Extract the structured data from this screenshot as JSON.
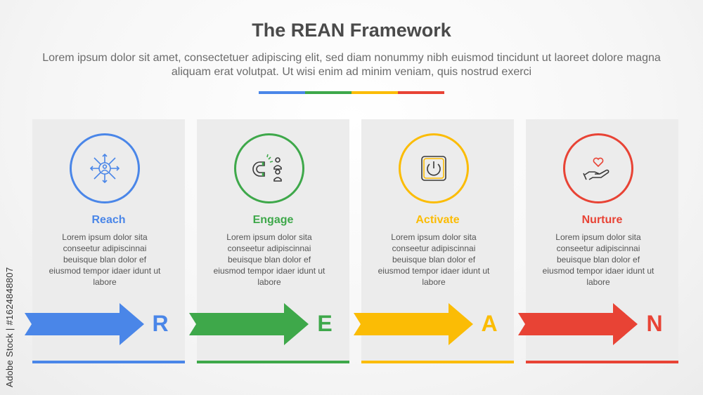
{
  "header": {
    "title": "The REAN Framework",
    "subtitle": "Lorem ipsum dolor sit amet, consectetuer adipiscing elit, sed diam nonummy nibh euismod tincidunt ut laoreet dolore magna aliquam erat volutpat. Ut wisi enim ad minim veniam, quis nostrud exerci"
  },
  "colors": {
    "blue": "#4a86e8",
    "green": "#3ea84a",
    "yellow": "#fbbc05",
    "red": "#e84335"
  },
  "stages": [
    {
      "label": "Reach",
      "letter": "R",
      "icon": "person-network-icon",
      "body": "Lorem ipsum dolor sita conseetur adipiscinnai beuisque blan dolor ef eiusmod tempor idaer idunt ut labore"
    },
    {
      "label": "Engage",
      "letter": "E",
      "icon": "magnet-people-icon",
      "body": "Lorem ipsum dolor sita conseetur adipiscinnai beuisque blan dolor ef eiusmod tempor idaer idunt ut labore"
    },
    {
      "label": "Activate",
      "letter": "A",
      "icon": "power-button-icon",
      "body": "Lorem ipsum dolor sita conseetur adipiscinnai beuisque blan dolor ef eiusmod tempor idaer idunt ut labore"
    },
    {
      "label": "Nurture",
      "letter": "N",
      "icon": "heart-hand-icon",
      "body": "Lorem ipsum dolor sita conseetur adipiscinnai beuisque blan dolor ef eiusmod tempor idaer idunt ut labore"
    }
  ],
  "watermark": "Adobe Stock | #1624848807"
}
